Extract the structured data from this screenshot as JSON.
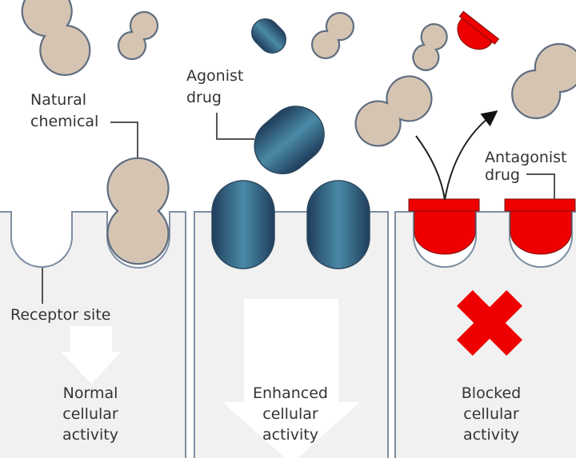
{
  "diagram": {
    "title": "Agonist and antagonist drug action at receptor sites",
    "colors": {
      "natural_chemical": "#d6c4b3",
      "molecule_outline": "#5f6e80",
      "agonist_dark": "#1f3d5c",
      "agonist_light": "#4a8aa6",
      "antagonist": "#ee0000",
      "cell_fill": "#f1f1f1",
      "cell_outline": "#7d8ea3",
      "label_text": "#333333"
    },
    "labels": {
      "natural_chemical": [
        "Natural",
        "chemical"
      ],
      "agonist_drug": [
        "Agonist",
        "drug"
      ],
      "antagonist_drug": [
        "Antagonist",
        "drug"
      ],
      "receptor_site": "Receptor site"
    },
    "panels": [
      {
        "id": "normal",
        "outcome": [
          "Normal",
          "cellular",
          "activity"
        ],
        "indicator": "small-down-arrow"
      },
      {
        "id": "enhanced",
        "outcome": [
          "Enhanced",
          "cellular",
          "activity"
        ],
        "indicator": "large-down-arrow"
      },
      {
        "id": "blocked",
        "outcome": [
          "Blocked",
          "cellular",
          "activity"
        ],
        "indicator": "red-x"
      }
    ]
  }
}
